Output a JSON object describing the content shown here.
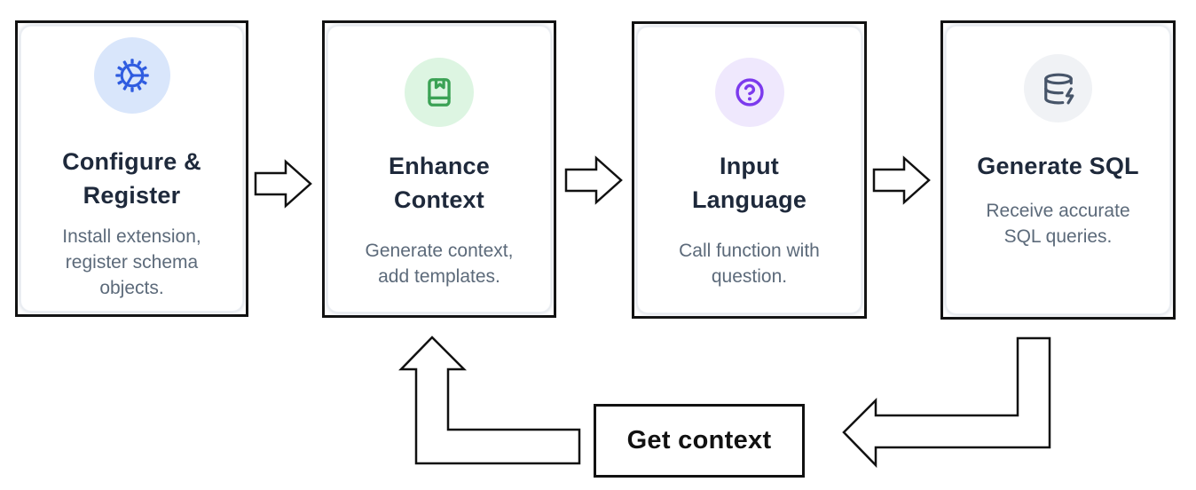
{
  "flow": {
    "steps": [
      {
        "id": "configure-register",
        "title": [
          "Configure &",
          "Register"
        ],
        "description": [
          "Install extension,",
          "register schema",
          "objects."
        ],
        "icon": "gear-icon",
        "accent": "#2f5ce0",
        "icon_bg": "#d9e6fb"
      },
      {
        "id": "enhance-context",
        "title": [
          "Enhance",
          "Context"
        ],
        "description": [
          "Generate context,",
          "add templates."
        ],
        "icon": "book-icon",
        "accent": "#3ba255",
        "icon_bg": "#ddf5e2"
      },
      {
        "id": "input-language",
        "title": [
          "Input",
          "Language"
        ],
        "description": [
          "Call function with",
          "question."
        ],
        "icon": "help-circle-icon",
        "accent": "#7c3aed",
        "icon_bg": "#efe8fd"
      },
      {
        "id": "generate-sql",
        "title": [
          "Generate SQL"
        ],
        "description": [
          "Receive accurate",
          "SQL queries."
        ],
        "icon": "database-zap-icon",
        "accent": "#475569",
        "icon_bg": "#f0f2f5"
      }
    ],
    "loop_label": "Get context"
  },
  "colors": {
    "card_border": "#111111",
    "title": "#1e293b",
    "description": "#5c6a7a",
    "arrow_outline": "#111111"
  }
}
